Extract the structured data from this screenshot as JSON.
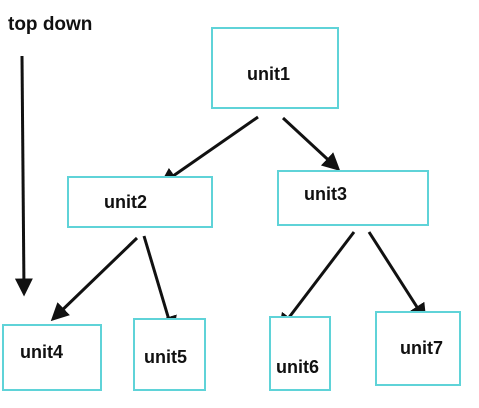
{
  "direction_label": "top down",
  "colors": {
    "node_border": "#5fd3d8",
    "arrow": "#111111",
    "text": "#111111"
  },
  "nodes": [
    {
      "id": "n1",
      "label": "unit1"
    },
    {
      "id": "n2",
      "label": "unit2"
    },
    {
      "id": "n3",
      "label": "unit3"
    },
    {
      "id": "n4",
      "label": "unit4"
    },
    {
      "id": "n5",
      "label": "unit5"
    },
    {
      "id": "n6",
      "label": "unit6"
    },
    {
      "id": "n7",
      "label": "unit7"
    }
  ],
  "edges": [
    {
      "from": "unit1",
      "to": "unit2"
    },
    {
      "from": "unit1",
      "to": "unit3"
    },
    {
      "from": "unit2",
      "to": "unit4"
    },
    {
      "from": "unit2",
      "to": "unit5"
    },
    {
      "from": "unit3",
      "to": "unit6"
    },
    {
      "from": "unit3",
      "to": "unit7"
    }
  ]
}
